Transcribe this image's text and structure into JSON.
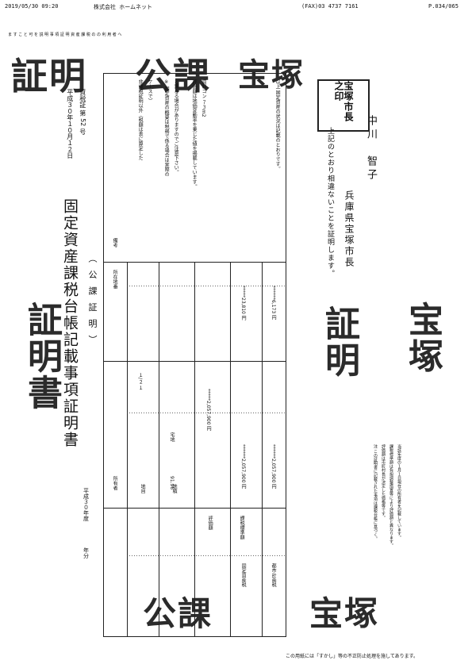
{
  "fax_header": {
    "datetime": "2019/05/30  09:20",
    "sender": "株式会社 ホームネット",
    "fax_no": "(FAX)03 4737 7161",
    "page": "P.034/065"
  },
  "document": {
    "title": "固定資産課税台帳記載事項証明書",
    "subtitle": "（ 公 課 証 明 ）",
    "top_note": "ま す こ と 可 を 説 明 事 項 証 明 資 産 課 税 の の 利 用 者 へ",
    "doc_number": "資税証 第 52 号",
    "doc_date": "平成３０年１０月１２日",
    "fiscal_year_label": "平成３０年度",
    "fiscal_year_suffix": "年分",
    "certify_text": "上記のとおり相違ないことを証明します。",
    "issuer_title": "宝塚市長",
    "issuer_prefix": "兵庫県宝塚市長",
    "issuer_name": "中川　智子",
    "seal_text": "宝塚市長之印",
    "footer_warning": "この用紙には「すかし」等の不正防止処理を施してあります。"
  },
  "table": {
    "headers": {
      "owner": "所有者",
      "location": "所在地番",
      "class": "地目",
      "area": "地積",
      "remarks": "備考",
      "taxable_value": "評価額",
      "tax_base": "課税標準額"
    },
    "location_line": "１/２ １",
    "area_value": "91.96",
    "class_value": "宅地",
    "rows": [
      {
        "label": "固定資産税",
        "value1": "******2,057,900 円",
        "value2": "*****23,810 円"
      },
      {
        "label": "都市計画税",
        "value1": "******2,057,900 円",
        "value2": "******6,173 円"
      }
    ],
    "total_value": "*****2,057,900 円"
  },
  "remarks_block": {
    "line1": "非課税証明以外（税額は表に算定した",
    "line2": "ケースで）",
    "line3": "※ 固定資産の概要は税務で係る場合は実際の",
    "line4": "と異なる場合がありますのでご注意下さい。",
    "line5": "評価額は地価変動率を乗じた値を掲載しています。",
    "line6": "資料コン ７３m2",
    "bottom": "以上 固定資産の状況は記載のとおりです。"
  },
  "side_note": {
    "line1": "注 この証明書に記載された事項は課税台帳に基づく。",
    "line2": "評価額は市町村長が決定した価格等です。",
    "line3": "課税標準額は負担調整措置等により評価額と異なります。",
    "line4": "当該年度の１月１日現在の所有者を記載しています。"
  },
  "watermarks": [
    "証明",
    "公課",
    "証明書",
    "宝塚"
  ]
}
